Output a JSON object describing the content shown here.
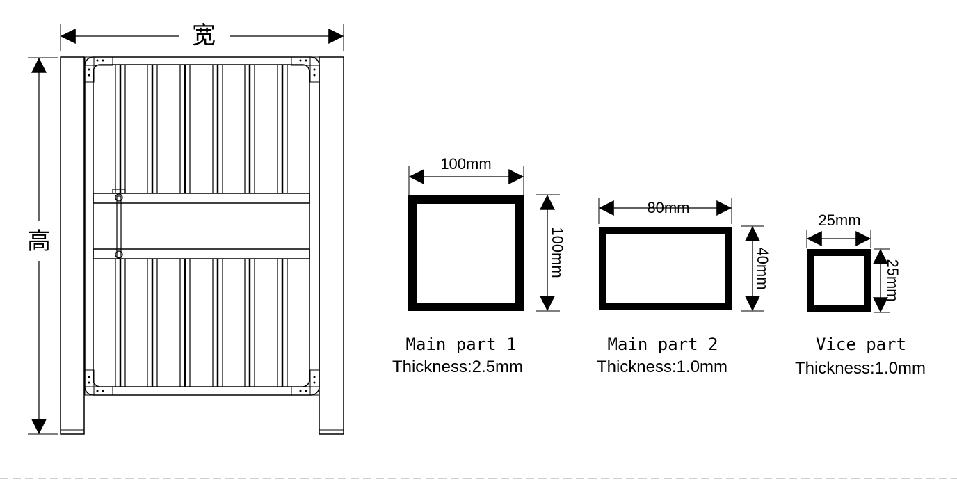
{
  "gate": {
    "width_label": "宽",
    "height_label": "高"
  },
  "profiles": [
    {
      "id": "main1",
      "width_label": "100mm",
      "height_label": "100mm",
      "name": "Main part 1",
      "thickness": "Thickness:2.5mm"
    },
    {
      "id": "main2",
      "width_label": "80mm",
      "height_label": "40mm",
      "name": "Main part 2",
      "thickness": "Thickness:1.0mm"
    },
    {
      "id": "vice",
      "width_label": "25mm",
      "height_label": "25mm",
      "name": "Vice part",
      "thickness": "Thickness:1.0mm"
    }
  ],
  "colors": {
    "line": "#000000",
    "separator": "#bfbfbf",
    "background": "#ffffff"
  }
}
